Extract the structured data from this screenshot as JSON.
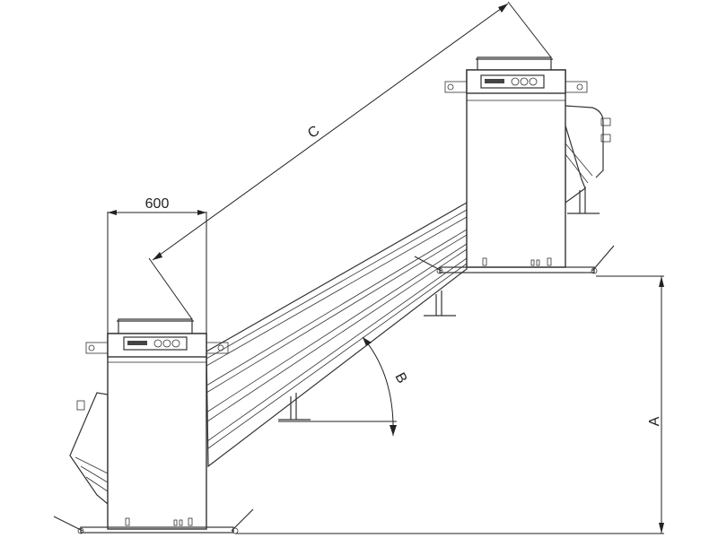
{
  "dimensions": {
    "width_label": "600",
    "length_label": "C",
    "angle_label": "B",
    "height_label": "A"
  }
}
